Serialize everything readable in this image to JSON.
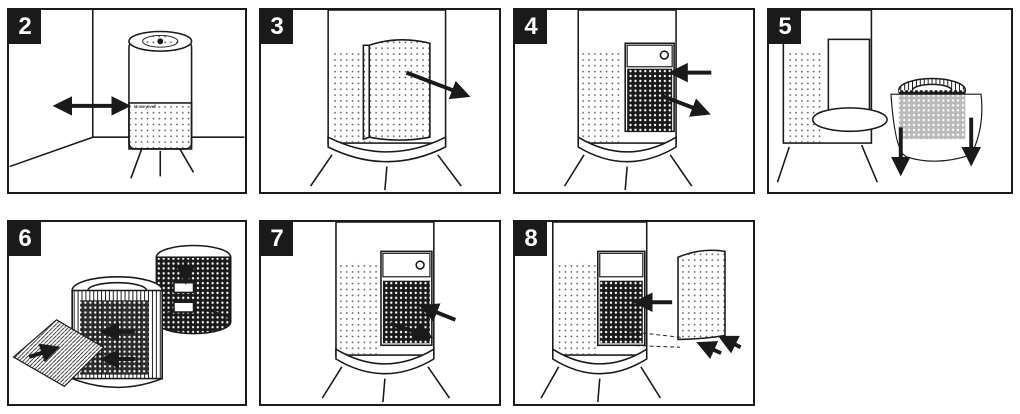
{
  "steps": [
    {
      "number": "2"
    },
    {
      "number": "3"
    },
    {
      "number": "4"
    },
    {
      "number": "5"
    },
    {
      "number": "6"
    },
    {
      "number": "7"
    },
    {
      "number": "8"
    }
  ],
  "device": {
    "brand_logo": "Honeywell"
  }
}
